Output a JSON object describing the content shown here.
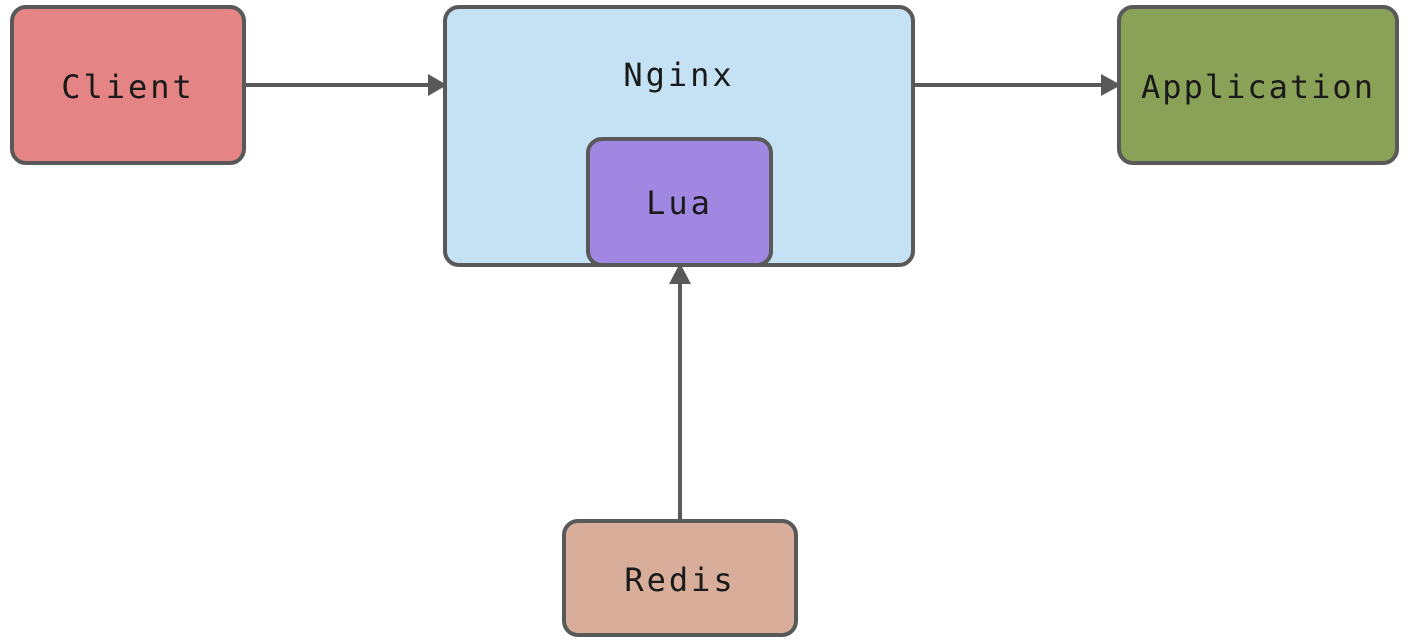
{
  "nodes": {
    "client": {
      "label": "Client",
      "color": "#e48484"
    },
    "nginx": {
      "label": "Nginx",
      "color": "#c5e2f4"
    },
    "lua": {
      "label": "Lua",
      "color": "#a087e2"
    },
    "application": {
      "label": "Application",
      "color": "#8aa257"
    },
    "redis": {
      "label": "Redis",
      "color": "#d8ad9a"
    }
  },
  "edges": [
    {
      "from": "client",
      "to": "nginx"
    },
    {
      "from": "nginx",
      "to": "application"
    },
    {
      "from": "redis",
      "to": "lua"
    }
  ],
  "colors": {
    "border": "#595959",
    "arrow": "#595959"
  }
}
